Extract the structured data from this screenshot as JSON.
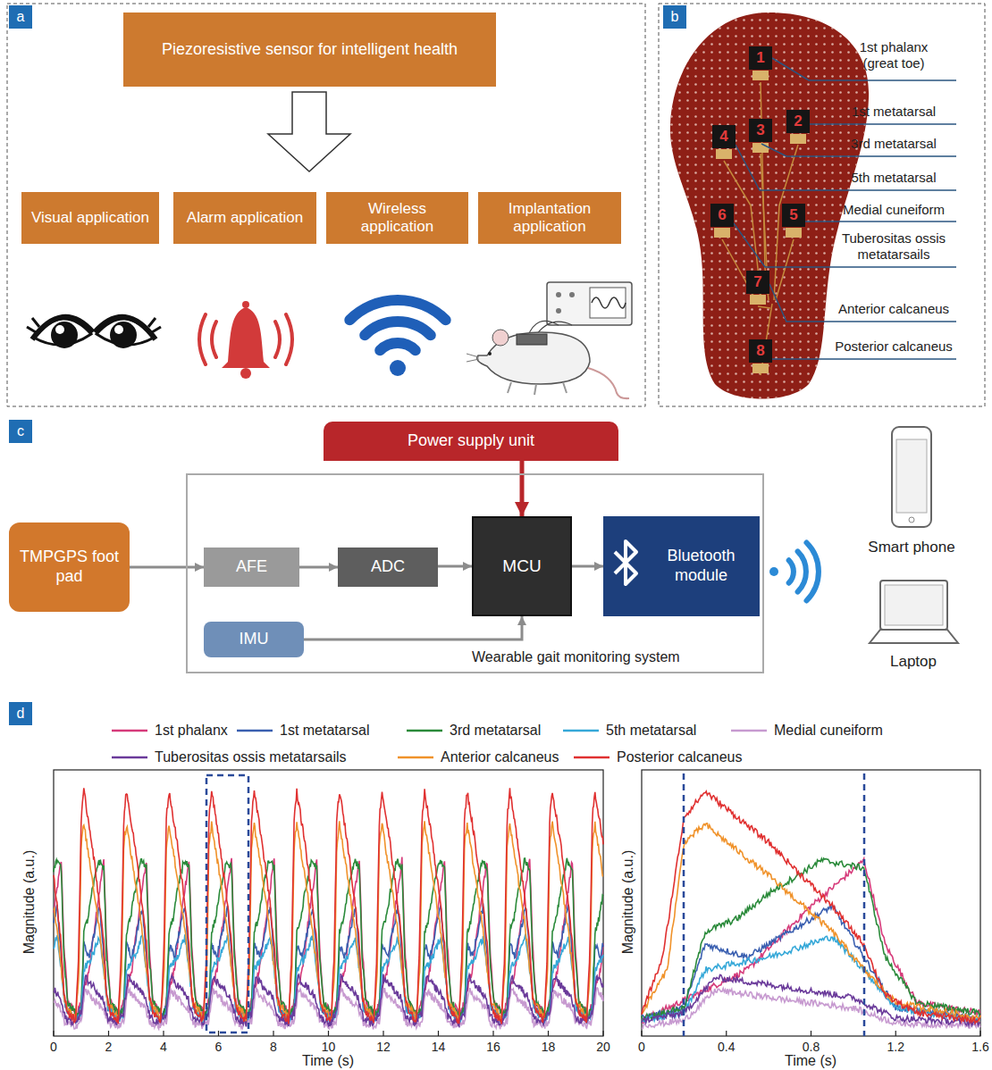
{
  "diagram": {
    "nodes": [
      {
        "text": [
          "a"
        ]
      },
      {
        "text": [
          "Piezoresistive sensor for intelligent health"
        ]
      },
      {
        "text": [
          "Visual application"
        ]
      },
      {
        "text": [
          "Alarm application"
        ]
      },
      {
        "text": [
          "Wireless application"
        ]
      },
      {
        "text": [
          "Implantation application"
        ]
      },
      {
        "text": [
          "b"
        ]
      },
      {
        "text": [
          "1"
        ]
      },
      {
        "text": [
          "2"
        ]
      },
      {
        "text": [
          "3"
        ]
      },
      {
        "text": [
          "4"
        ]
      },
      {
        "text": [
          "5"
        ]
      },
      {
        "text": [
          "6"
        ]
      },
      {
        "text": [
          "7"
        ]
      },
      {
        "text": [
          "8"
        ]
      },
      {
        "text": [
          "c"
        ]
      },
      {
        "text": [
          "Power supply unit"
        ]
      },
      {
        "text": [
          "TMPGPS foot pad"
        ]
      },
      {
        "text": [
          "Wearable gait monitoring system"
        ]
      },
      {
        "text": [
          "AFE"
        ],
        "in": 18
      },
      {
        "text": [
          "ADC"
        ],
        "in": 18
      },
      {
        "text": [
          "MCU"
        ],
        "in": 18
      },
      {
        "text": [
          "Bluetooth module"
        ],
        "in": 18
      },
      {
        "text": [
          "IMU"
        ],
        "in": 18
      },
      {
        "text": [
          "d"
        ]
      }
    ],
    "edges": [
      {
        "from": 17,
        "to": 19,
        "arrow": "to"
      },
      {
        "from": 19,
        "to": 20,
        "arrow": "to"
      },
      {
        "from": 20,
        "to": 21,
        "arrow": "to"
      },
      {
        "from": 21,
        "to": 22,
        "arrow": "to"
      },
      {
        "from": 23,
        "to": 21,
        "arrow": "to"
      },
      {
        "from": 16,
        "to": 21,
        "arrow": "to"
      }
    ],
    "labels": [
      "1st phalanx (great toe)",
      "1st metatarsal",
      "3rd metatarsal",
      "5th metatarsal",
      "Medial cuneiform",
      "Tuberositas ossis metatarsails",
      "Anterior calcaneus",
      "Posterior calcaneus",
      "Smart phone",
      "Laptop",
      "Magnitude (a.u.)",
      "Time (s)",
      "0",
      "2",
      "4",
      "6",
      "8",
      "10",
      "12",
      "14",
      "16",
      "18",
      "20",
      "Magnitude (a.u.)",
      "Time (s)",
      "0",
      "0.4",
      "0.8",
      "1.2",
      "1.6"
    ],
    "legend": [
      {
        "text": "1st phalanx"
      },
      {
        "text": "1st metatarsal"
      },
      {
        "text": "3rd metatarsal"
      },
      {
        "text": "5th metatarsal"
      },
      {
        "text": "Medial cuneiform"
      },
      {
        "text": "Tuberositas ossis metatarsails"
      },
      {
        "text": "Anterior calcaneus"
      },
      {
        "text": "Posterior calcaneus"
      }
    ]
  }
}
